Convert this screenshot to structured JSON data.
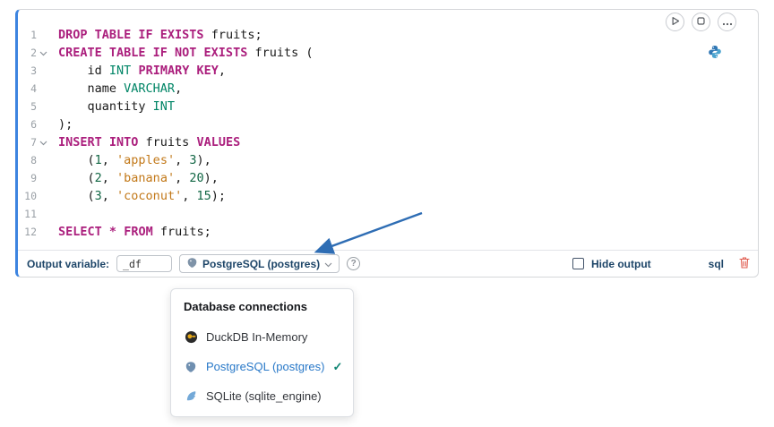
{
  "cell": {
    "actions": [
      {
        "id": "run",
        "icon": "play-icon"
      },
      {
        "id": "stop",
        "icon": "stop-icon"
      },
      {
        "id": "more",
        "icon": "ellipsis-icon"
      }
    ],
    "language_icon": "python-icon",
    "editor": {
      "lines": [
        {
          "number": "1",
          "fold": false,
          "tokens": [
            {
              "t": "kw",
              "v": "DROP TABLE IF EXISTS"
            },
            {
              "t": "plain",
              "v": " fruits;"
            }
          ]
        },
        {
          "number": "2",
          "fold": true,
          "tokens": [
            {
              "t": "kw",
              "v": "CREATE TABLE IF NOT EXISTS"
            },
            {
              "t": "plain",
              "v": " fruits ("
            }
          ]
        },
        {
          "number": "3",
          "fold": false,
          "tokens": [
            {
              "t": "plain",
              "v": "    id "
            },
            {
              "t": "type",
              "v": "INT"
            },
            {
              "t": "plain",
              "v": " "
            },
            {
              "t": "kw",
              "v": "PRIMARY KEY"
            },
            {
              "t": "plain",
              "v": ","
            }
          ]
        },
        {
          "number": "4",
          "fold": false,
          "tokens": [
            {
              "t": "plain",
              "v": "    name "
            },
            {
              "t": "type",
              "v": "VARCHAR"
            },
            {
              "t": "plain",
              "v": ","
            }
          ]
        },
        {
          "number": "5",
          "fold": false,
          "tokens": [
            {
              "t": "plain",
              "v": "    quantity "
            },
            {
              "t": "type",
              "v": "INT"
            }
          ]
        },
        {
          "number": "6",
          "fold": false,
          "tokens": [
            {
              "t": "plain",
              "v": ");"
            }
          ]
        },
        {
          "number": "7",
          "fold": true,
          "tokens": [
            {
              "t": "kw",
              "v": "INSERT INTO"
            },
            {
              "t": "plain",
              "v": " fruits "
            },
            {
              "t": "kw",
              "v": "VALUES"
            }
          ]
        },
        {
          "number": "8",
          "fold": false,
          "tokens": [
            {
              "t": "plain",
              "v": "    ("
            },
            {
              "t": "num",
              "v": "1"
            },
            {
              "t": "plain",
              "v": ", "
            },
            {
              "t": "str",
              "v": "'apples'"
            },
            {
              "t": "plain",
              "v": ", "
            },
            {
              "t": "num",
              "v": "3"
            },
            {
              "t": "plain",
              "v": "),"
            }
          ]
        },
        {
          "number": "9",
          "fold": false,
          "tokens": [
            {
              "t": "plain",
              "v": "    ("
            },
            {
              "t": "num",
              "v": "2"
            },
            {
              "t": "plain",
              "v": ", "
            },
            {
              "t": "str",
              "v": "'banana'"
            },
            {
              "t": "plain",
              "v": ", "
            },
            {
              "t": "num",
              "v": "20"
            },
            {
              "t": "plain",
              "v": "),"
            }
          ]
        },
        {
          "number": "10",
          "fold": false,
          "tokens": [
            {
              "t": "plain",
              "v": "    ("
            },
            {
              "t": "num",
              "v": "3"
            },
            {
              "t": "plain",
              "v": ", "
            },
            {
              "t": "str",
              "v": "'coconut'"
            },
            {
              "t": "plain",
              "v": ", "
            },
            {
              "t": "num",
              "v": "15"
            },
            {
              "t": "plain",
              "v": ");"
            }
          ]
        },
        {
          "number": "11",
          "fold": false,
          "tokens": []
        },
        {
          "number": "12",
          "fold": false,
          "tokens": [
            {
              "t": "kw",
              "v": "SELECT"
            },
            {
              "t": "plain",
              "v": " "
            },
            {
              "t": "kw",
              "v": "*"
            },
            {
              "t": "plain",
              "v": " "
            },
            {
              "t": "kw",
              "v": "FROM"
            },
            {
              "t": "plain",
              "v": " fruits;"
            }
          ]
        }
      ]
    },
    "footer": {
      "output_variable_label": "Output variable:",
      "output_variable_value": "_df",
      "connection_label": "PostgreSQL (postgres)",
      "help_label": "?",
      "hide_output_label": "Hide output",
      "language_badge": "sql"
    }
  },
  "dropdown": {
    "title": "Database connections",
    "items": [
      {
        "id": "duckdb",
        "label": "DuckDB In-Memory",
        "icon": "duckdb-icon",
        "selected": false
      },
      {
        "id": "postgres",
        "label": "PostgreSQL (postgres)",
        "icon": "postgresql-icon",
        "selected": true
      },
      {
        "id": "sqlite",
        "label": "SQLite (sqlite_engine)",
        "icon": "sqlite-icon",
        "selected": false
      }
    ]
  },
  "colors": {
    "accent_blue": "#3c84e0",
    "keyword": "#ab1f7d",
    "type": "#008566",
    "number": "#116644",
    "string": "#c27818",
    "label_navy": "#1d4568",
    "selected_item_blue": "#2878c8",
    "check_teal": "#0f8573",
    "trash_red": "#e05d50",
    "arrow_blue": "#2e6db4"
  }
}
